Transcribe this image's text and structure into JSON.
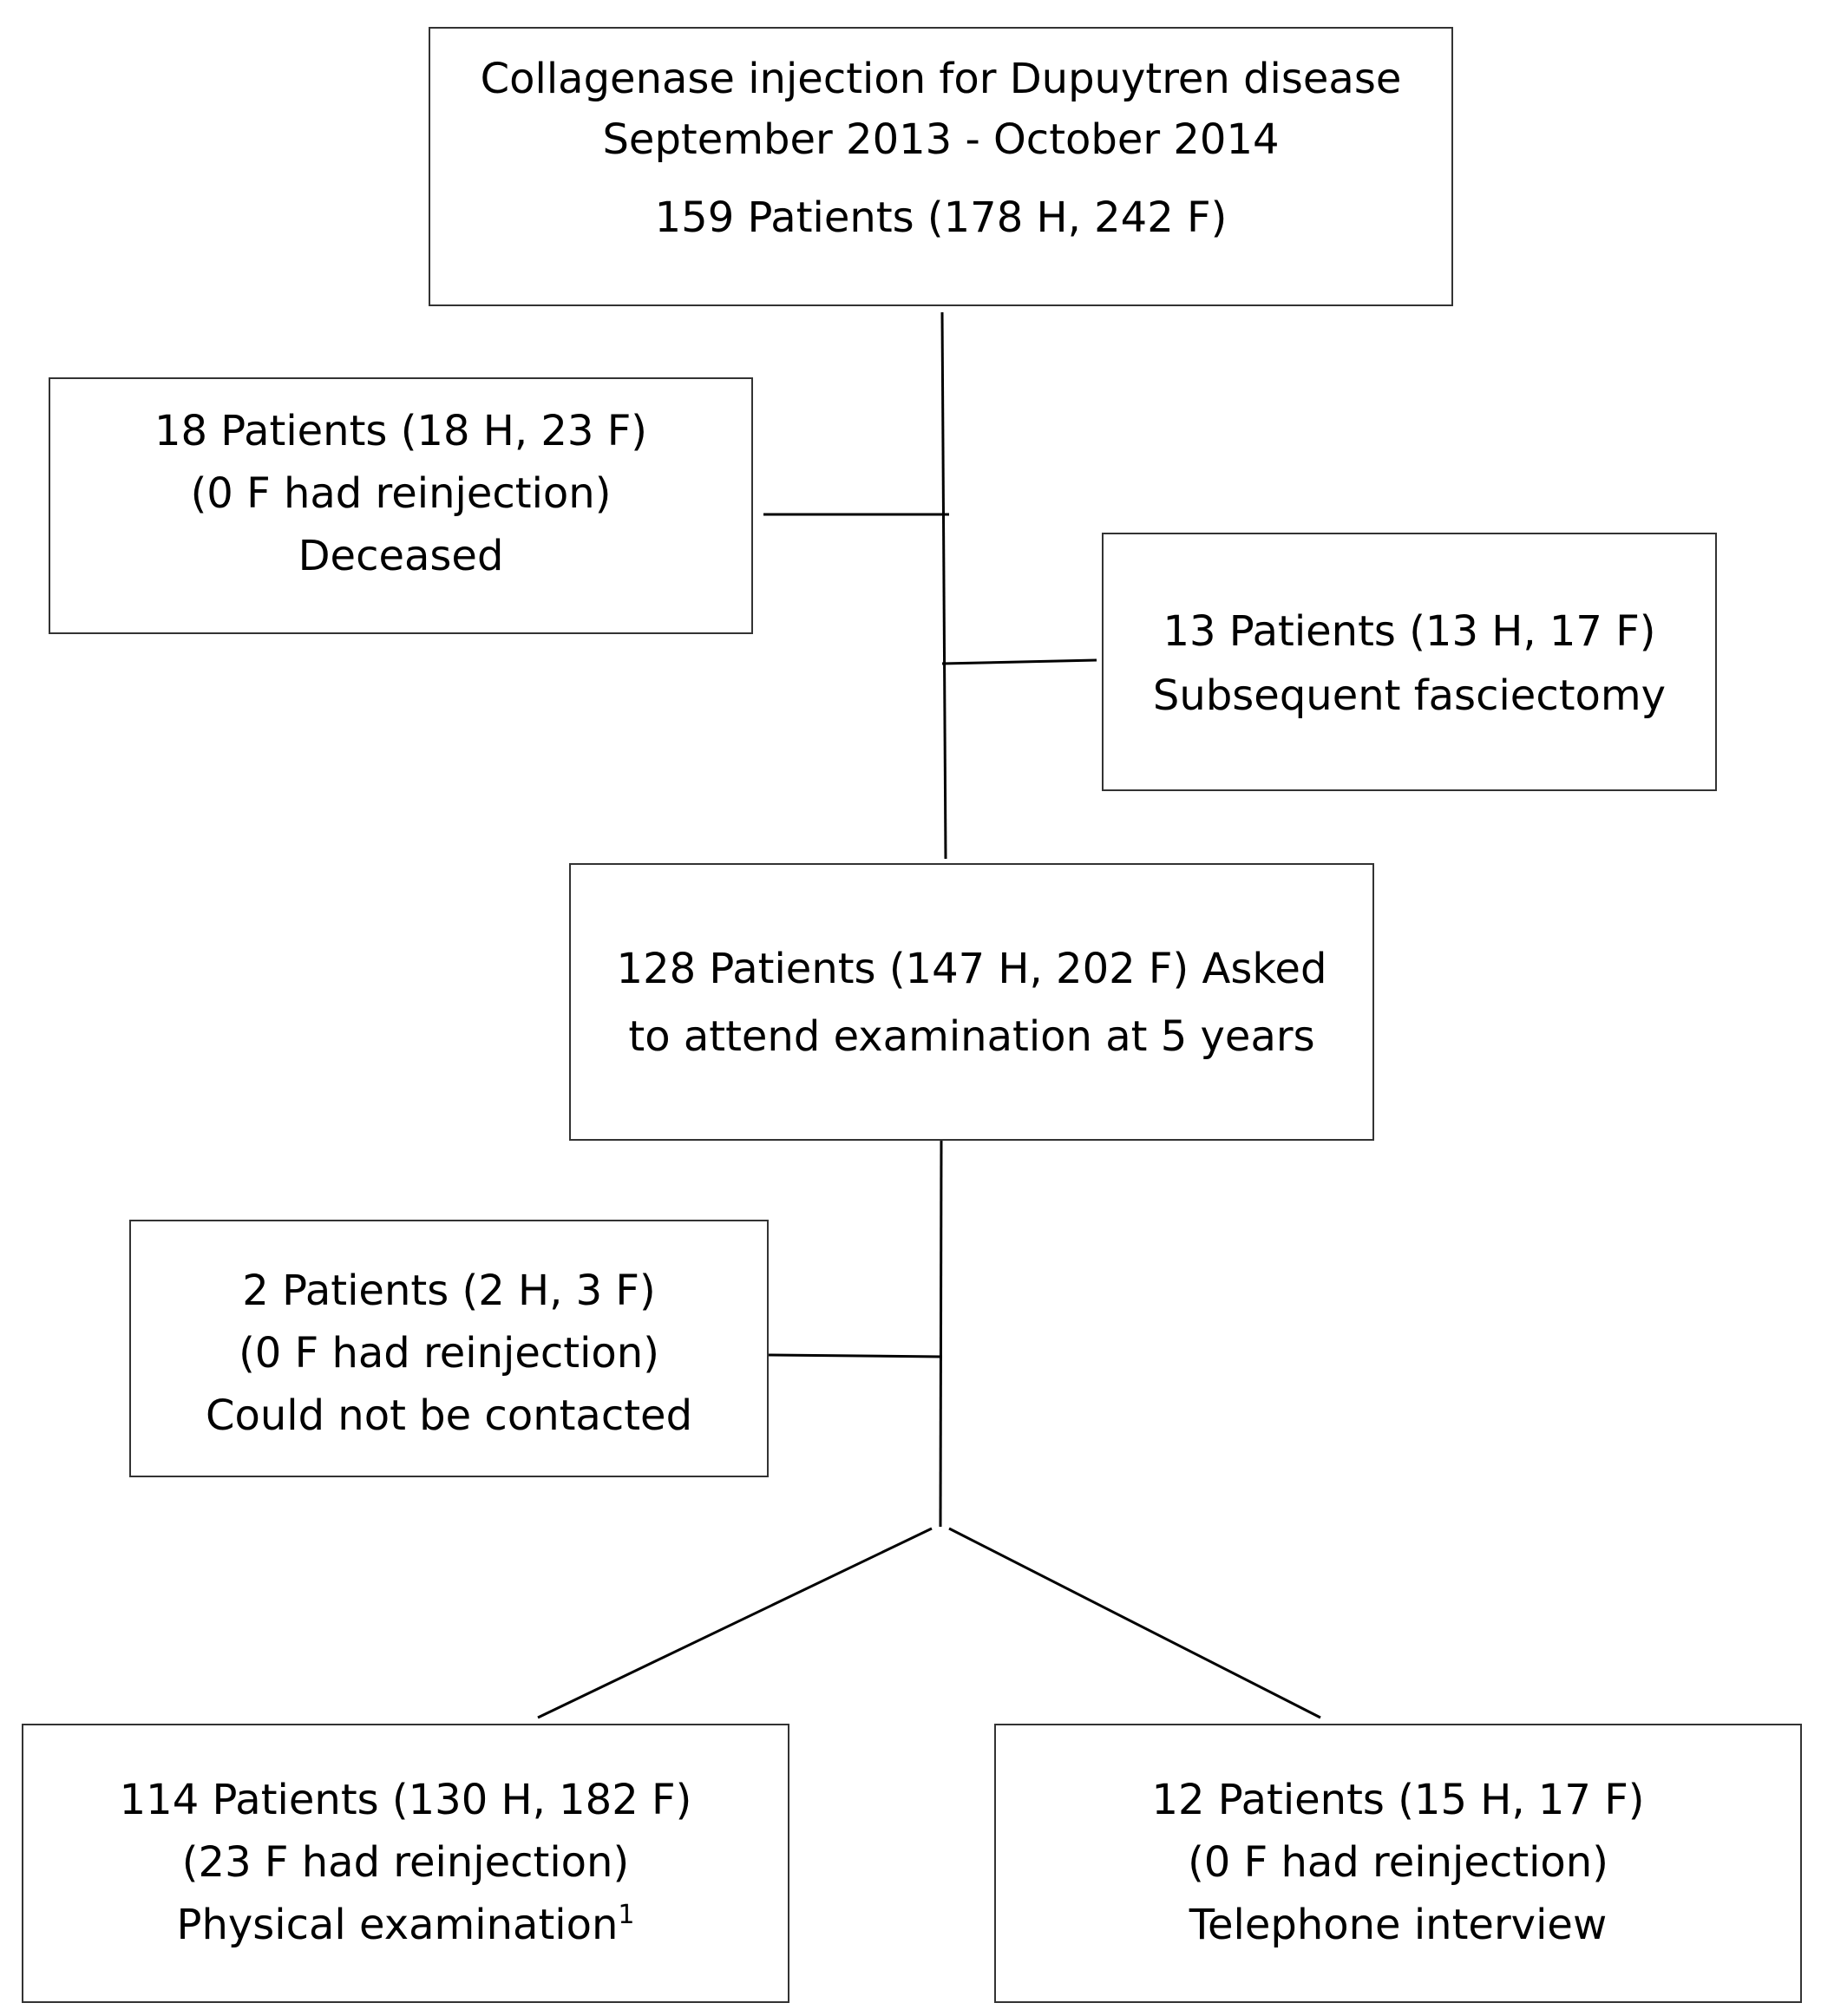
{
  "boxes": {
    "start": {
      "line1": "Collagenase injection for Dupuytren disease",
      "line2": "September 2013 - October 2014",
      "line3": "159 Patients (178 H, 242 F)"
    },
    "deceased": {
      "line1": "18 Patients (18 H, 23 F)",
      "line2": "(0 F had reinjection)",
      "line3": "Deceased"
    },
    "fasciectomy": {
      "line1": "13 Patients (13 H, 17 F)",
      "line2": "Subsequent fasciectomy"
    },
    "asked": {
      "line1": "128 Patients (147 H, 202 F) Asked",
      "line2": "to attend examination at 5 years"
    },
    "not_contacted": {
      "line1": "2 Patients (2 H, 3 F)",
      "line2": "(0 F had reinjection)",
      "line3": "Could not be contacted"
    },
    "physical": {
      "line1": "114 Patients (130 H, 182 F)",
      "line2": "(23 F had reinjection)",
      "line3": "Physical examination",
      "footnote_marker": "1"
    },
    "telephone": {
      "line1": "12 Patients (15 H, 17 F)",
      "line2": "(0 F had reinjection)",
      "line3": "Telephone interview"
    }
  },
  "colors": {
    "line": "#000000",
    "border": "#333333",
    "background": "#ffffff"
  }
}
